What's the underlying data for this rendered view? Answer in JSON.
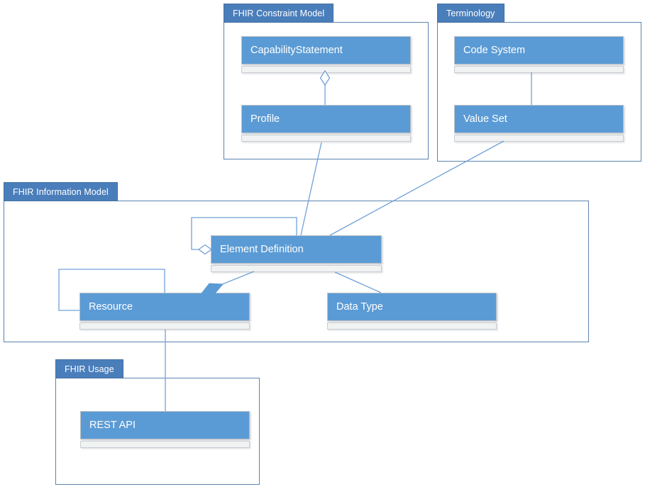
{
  "diagram_type": "uml-package-diagram",
  "packages": {
    "constraint_model": {
      "label": "FHIR Constraint Model"
    },
    "terminology": {
      "label": "Terminology"
    },
    "information_model": {
      "label": "FHIR Information Model"
    },
    "usage": {
      "label": "FHIR Usage"
    }
  },
  "classes": {
    "capability_statement": {
      "label": "CapabilityStatement",
      "package": "FHIR Constraint Model"
    },
    "profile": {
      "label": "Profile",
      "package": "FHIR Constraint Model"
    },
    "code_system": {
      "label": "Code System",
      "package": "Terminology"
    },
    "value_set": {
      "label": "Value Set",
      "package": "Terminology"
    },
    "element_definition": {
      "label": "Element Definition",
      "package": "FHIR Information Model"
    },
    "resource": {
      "label": "Resource",
      "package": "FHIR Information Model"
    },
    "data_type": {
      "label": "Data Type",
      "package": "FHIR Information Model"
    },
    "rest_api": {
      "label": "REST API",
      "package": "FHIR Usage"
    }
  },
  "relationships": [
    {
      "from": "CapabilityStatement",
      "to": "Profile",
      "type": "aggregation",
      "diamond_at": "CapabilityStatement"
    },
    {
      "from": "Code System",
      "to": "Value Set",
      "type": "association"
    },
    {
      "from": "Profile",
      "to": "Element Definition",
      "type": "association"
    },
    {
      "from": "Value Set",
      "to": "Element Definition",
      "type": "association"
    },
    {
      "from": "Element Definition",
      "to": "Element Definition",
      "type": "self-aggregation",
      "diamond_at": "Element Definition"
    },
    {
      "from": "Element Definition",
      "to": "Resource",
      "type": "composition",
      "diamond_at": "Resource"
    },
    {
      "from": "Element Definition",
      "to": "Data Type",
      "type": "association"
    },
    {
      "from": "Resource",
      "to": "Resource",
      "type": "self-association"
    },
    {
      "from": "Resource",
      "to": "REST API",
      "type": "association"
    }
  ],
  "colors": {
    "class_fill": "#5b9bd5",
    "tab_fill": "#4a7ebb",
    "package_border": "#5b84ae",
    "connector": "#70a0d8",
    "strip_fill": "#f1f2f2",
    "label_text": "#ffffff"
  }
}
